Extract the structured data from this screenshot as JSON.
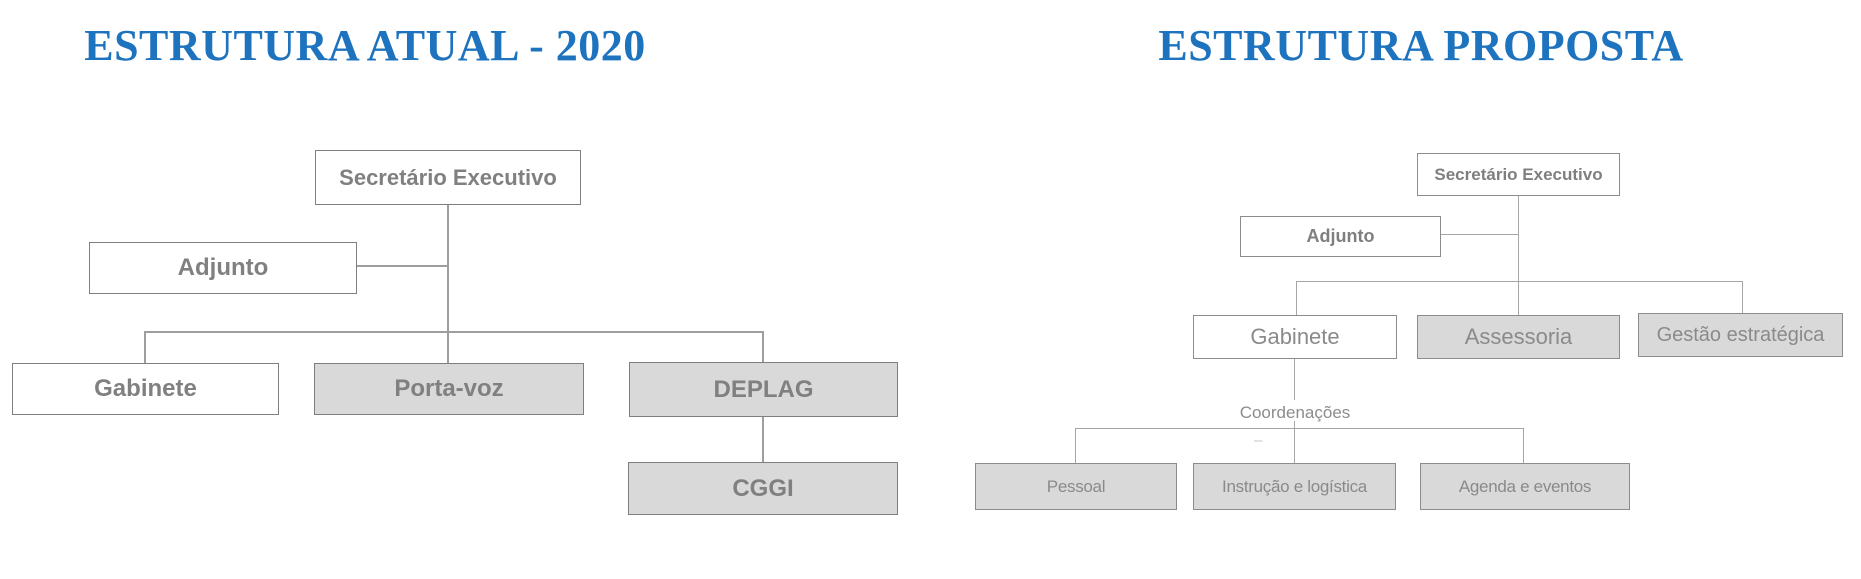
{
  "colors": {
    "title_blue": "#1E73BE",
    "gray_fill": "#D9D9D9",
    "box_border": "#7F7F7F",
    "connector_gray": "#A6A6A6",
    "label_gray": "#808080"
  },
  "left_chart": {
    "title": "ESTRUTURA ATUAL - 2020",
    "nodes": {
      "secretario": "Secretário Executivo",
      "adjunto": "Adjunto",
      "gabinete": "Gabinete",
      "portavoz": "Porta-voz",
      "deplag": "DEPLAG",
      "cggi": "CGGI"
    }
  },
  "right_chart": {
    "title": "ESTRUTURA PROPOSTA",
    "nodes": {
      "secretario": "Secretário Executivo",
      "adjunto": "Adjunto",
      "gabinete": "Gabinete",
      "assessoria": "Assessoria",
      "gestao": "Gestão estratégica",
      "coordenacoes": "Coordenações",
      "pessoal": "Pessoal",
      "instrucao": "Instrução e logística",
      "agenda": "Agenda e eventos"
    },
    "dash": "–"
  }
}
